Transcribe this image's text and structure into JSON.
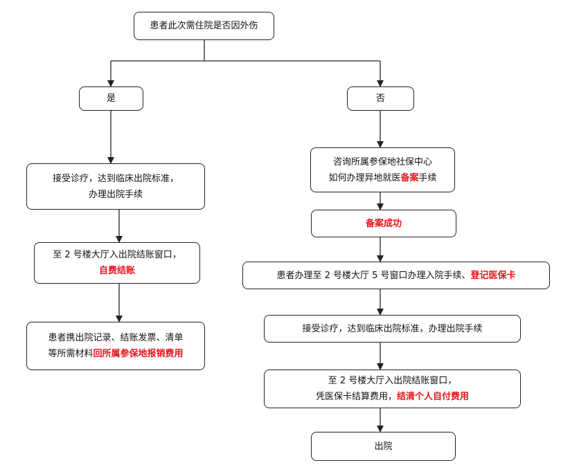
{
  "colors": {
    "highlight": "#e8141c",
    "border": "#222222",
    "text": "#111111"
  },
  "root": {
    "label": "患者此次需住院是否因外伤"
  },
  "yes_branch": {
    "label": "是",
    "step1": {
      "line1": "接受诊疗，达到临床出院标准，",
      "line2": "办理出院手续"
    },
    "step2": {
      "line1": "至 2 号楼大厅入出院结账窗口，",
      "line2_highlight": "自费结账"
    },
    "step3": {
      "line1": "患者携出院记录、结账发票、清单",
      "line2_plain": "等所需材料",
      "line2_highlight": "回所属参保地报销费用"
    }
  },
  "no_branch": {
    "label": "否",
    "step1": {
      "line1": "咨询所属参保地社保中心",
      "line2_plain_a": "如何办理异地就医",
      "line2_highlight": "备案",
      "line2_plain_b": "手续"
    },
    "step2": {
      "highlight": "备案成功"
    },
    "step3": {
      "plain": "患者办理至 2 号楼大厅 5 号窗口办理入院手续、",
      "highlight": "登记医保卡"
    },
    "step4": {
      "line1": "接受诊疗，达到临床出院标准，办理出院手续"
    },
    "step5": {
      "line1": "至 2 号楼大厅入出院结账窗口，",
      "line2_plain": "凭医保卡结算费用，",
      "line2_highlight": "结清个人自付费用"
    },
    "step6": {
      "label": "出院"
    }
  }
}
